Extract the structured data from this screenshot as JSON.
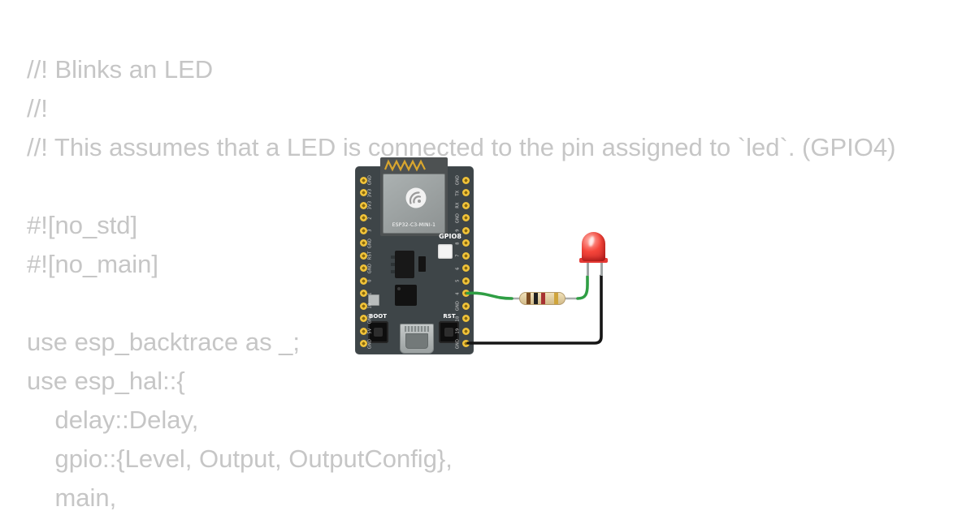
{
  "background_color": "#ffffff",
  "code": {
    "text_color": "#c6c6c6",
    "lines": [
      "//! Blinks an LED",
      "//!",
      "//! This assumes that a LED is connected to the pin assigned to `led`. (GPIO4)",
      "",
      "#![no_std]",
      "#![no_main]",
      "",
      "use esp_backtrace as _;",
      "use esp_hal::{",
      "    delay::Delay,",
      "    gpio::{Level, Output, OutputConfig},",
      "    main,"
    ]
  },
  "board": {
    "module_label": "ESP32-C3-MINI-1",
    "gpio8_label": "GPIO8",
    "boot_button_label": "BOOT",
    "reset_button_label": "RST",
    "body_color": "#3e4548",
    "pin_color": "#f0c239",
    "pins": {
      "left_top_to_bottom": [
        "GND",
        "3V3",
        "3V3",
        "2",
        "3",
        "GND",
        "RST",
        "GND",
        "0",
        "1",
        "10",
        "GND",
        "5V",
        "GND"
      ],
      "right_top_to_bottom": [
        "GND",
        "TX",
        "RX",
        "GND",
        "9",
        "8",
        "7",
        "6",
        "5",
        "4",
        "GND",
        "18",
        "19",
        "GND"
      ]
    }
  },
  "resistor": {
    "body_color": "#e3cfa0",
    "bands": [
      {
        "name": "brown",
        "hex": "#7b4a21"
      },
      {
        "name": "black",
        "hex": "#1f1f1f"
      },
      {
        "name": "red",
        "hex": "#a83232"
      },
      {
        "name": "gold",
        "hex": "#cfa43b"
      }
    ]
  },
  "led": {
    "color_name": "red",
    "body_hex": "#f44336"
  },
  "wires": {
    "signal_color": "#2f9e44",
    "ground_color": "#151515"
  }
}
